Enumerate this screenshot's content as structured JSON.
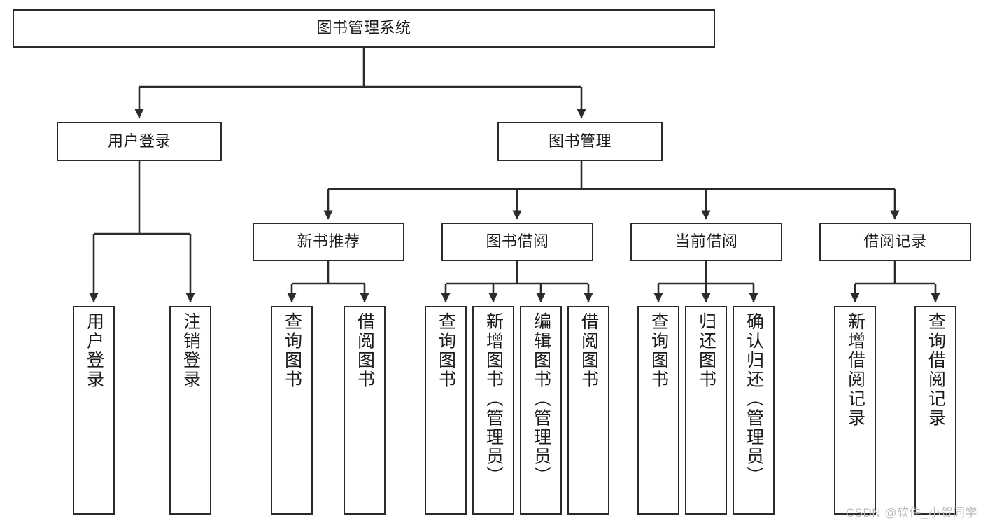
{
  "diagram": {
    "title": "图书管理系统",
    "type": "tree-hierarchy",
    "watermark": "CSDN @软件_小贺同学",
    "colors": {
      "background": "#ffffff",
      "box_border": "#2b2b2b",
      "box_fill": "#ffffff",
      "connector": "#2b2b2b",
      "text": "#1b1b1b",
      "watermark": "#b9b9b9"
    },
    "nodes": {
      "root": {
        "label": "图书管理系统"
      },
      "level2": [
        {
          "id": "user-login",
          "label": "用户登录"
        },
        {
          "id": "book-management",
          "label": "图书管理"
        }
      ],
      "level3": [
        {
          "id": "new-book-recommend",
          "label": "新书推荐"
        },
        {
          "id": "book-borrow",
          "label": "图书借阅"
        },
        {
          "id": "current-borrow",
          "label": "当前借阅"
        },
        {
          "id": "borrow-record",
          "label": "借阅记录"
        }
      ],
      "leaves": {
        "user_login": [
          {
            "id": "leaf-user-login",
            "label": "用户登录"
          },
          {
            "id": "leaf-logout-login",
            "label": "注销登录"
          }
        ],
        "new_book_recommend": [
          {
            "id": "leaf-query-book-1",
            "label": "查询图书"
          },
          {
            "id": "leaf-borrow-book-1",
            "label": "借阅图书"
          }
        ],
        "book_borrow": [
          {
            "id": "leaf-query-book-2",
            "label": "查询图书"
          },
          {
            "id": "leaf-add-book",
            "label": "新增图书（管理员）"
          },
          {
            "id": "leaf-edit-book",
            "label": "编辑图书（管理员）"
          },
          {
            "id": "leaf-borrow-book-2",
            "label": "借阅图书"
          }
        ],
        "current_borrow": [
          {
            "id": "leaf-query-book-3",
            "label": "查询图书"
          },
          {
            "id": "leaf-return-book",
            "label": "归还图书"
          },
          {
            "id": "leaf-confirm-return",
            "label": "确认归还（管理员）"
          }
        ],
        "borrow_record": [
          {
            "id": "leaf-add-record",
            "label": "新增借阅记录"
          },
          {
            "id": "leaf-query-record",
            "label": "查询借阅记录"
          }
        ]
      }
    }
  }
}
